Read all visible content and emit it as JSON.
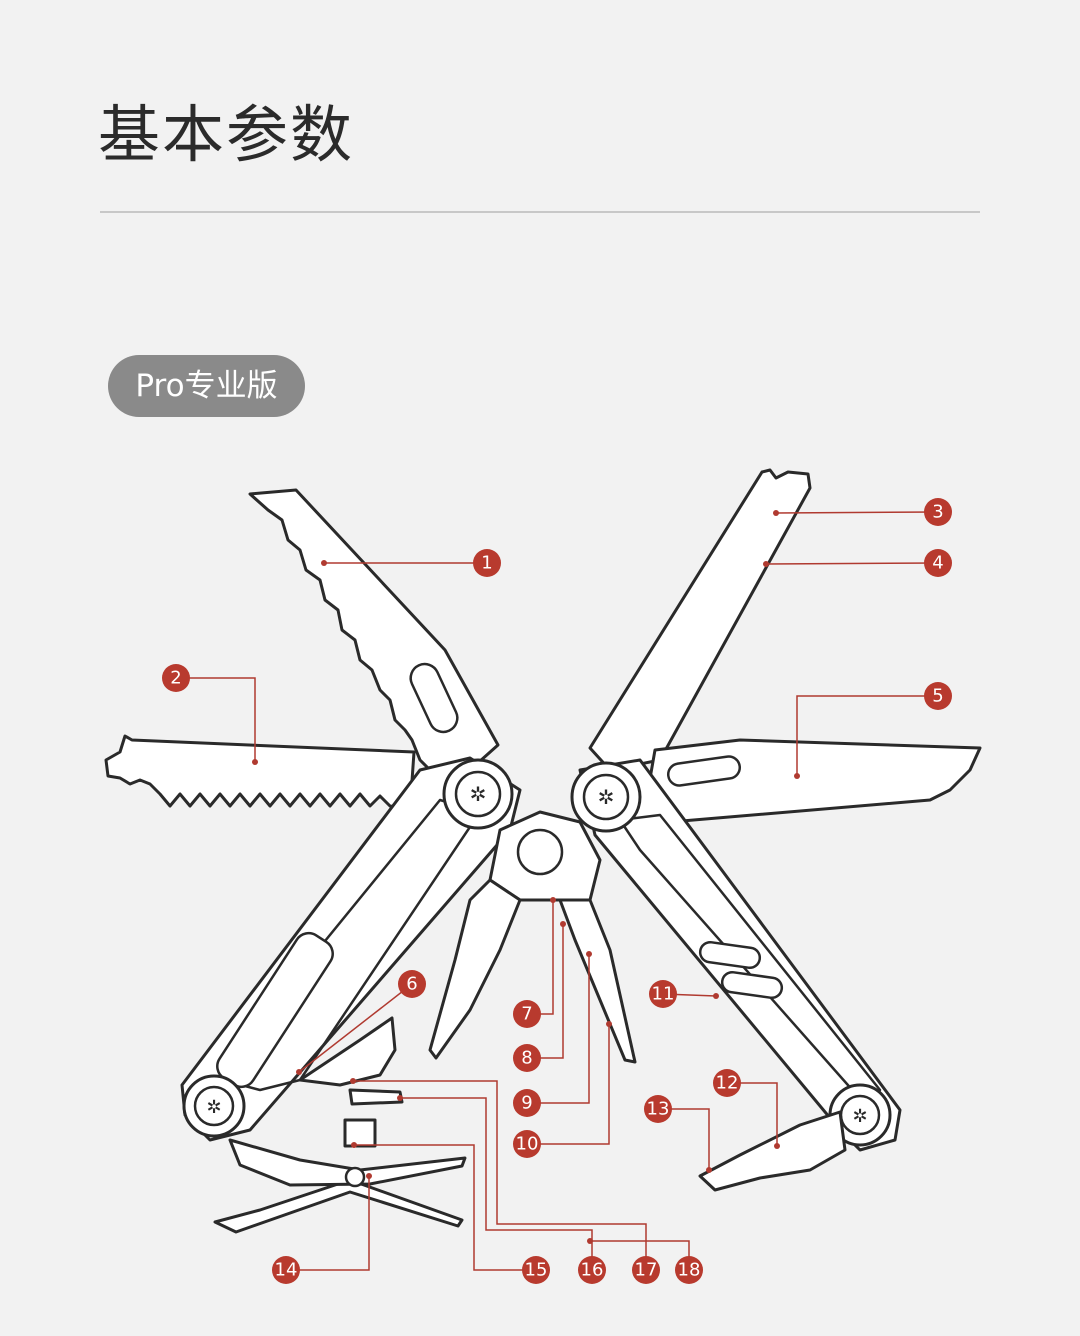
{
  "header": {
    "title": "基本参数"
  },
  "version_tag": {
    "label": "Pro专业版"
  },
  "colors": {
    "accent": "#b83a2e",
    "pill": "#8a8a8a",
    "background": "#f2f2f2"
  },
  "callouts": [
    {
      "label": "1"
    },
    {
      "label": "2"
    },
    {
      "label": "3"
    },
    {
      "label": "4"
    },
    {
      "label": "5"
    },
    {
      "label": "6"
    },
    {
      "label": "7"
    },
    {
      "label": "8"
    },
    {
      "label": "9"
    },
    {
      "label": "10"
    },
    {
      "label": "11"
    },
    {
      "label": "12"
    },
    {
      "label": "13"
    },
    {
      "label": "14"
    },
    {
      "label": "15"
    },
    {
      "label": "16"
    },
    {
      "label": "17"
    },
    {
      "label": "18"
    }
  ]
}
